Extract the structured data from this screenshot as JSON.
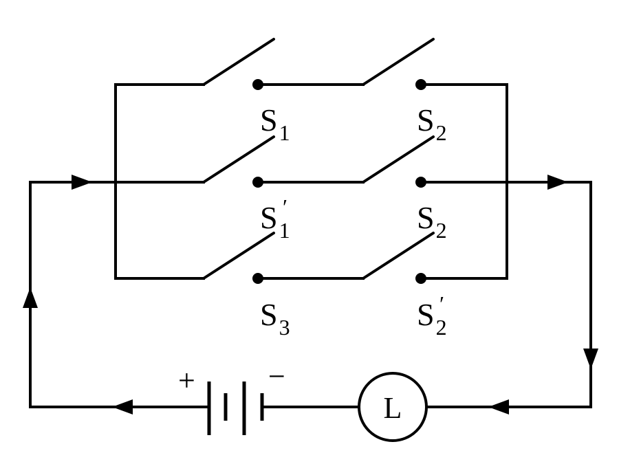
{
  "diagram": {
    "switches": {
      "s1": {
        "letter": "S",
        "sub": "1",
        "prime": ""
      },
      "s2_top": {
        "letter": "S",
        "sub": "2",
        "prime": ""
      },
      "s1_prime": {
        "letter": "S",
        "sub": "1",
        "prime": "′"
      },
      "s2_mid": {
        "letter": "S",
        "sub": "2",
        "prime": ""
      },
      "s3": {
        "letter": "S",
        "sub": "3",
        "prime": ""
      },
      "s2_prime": {
        "letter": "S",
        "sub": "2",
        "prime": "′"
      }
    },
    "battery": {
      "plus": "+",
      "minus": "−"
    },
    "lamp": {
      "label": "L"
    },
    "colors": {
      "line": "#000000",
      "background": "#ffffff"
    }
  }
}
